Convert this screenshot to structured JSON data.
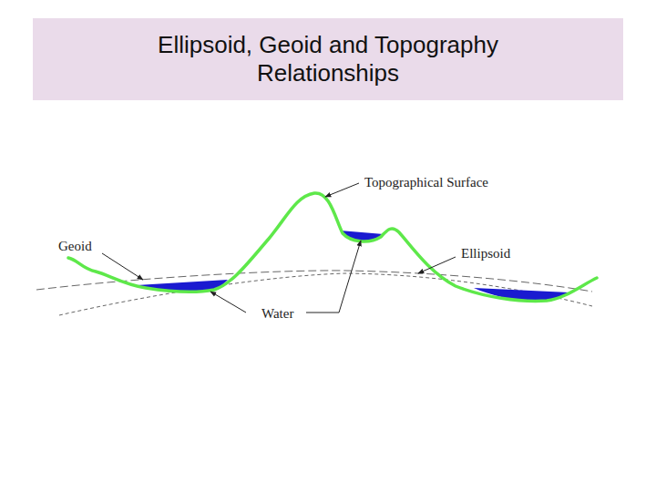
{
  "diagram": {
    "title": "Ellipsoid, Geoid and Topography Relationships",
    "labels": [
      "Topographical Surface",
      "Geoid",
      "Ellipsoid",
      "Water"
    ]
  }
}
